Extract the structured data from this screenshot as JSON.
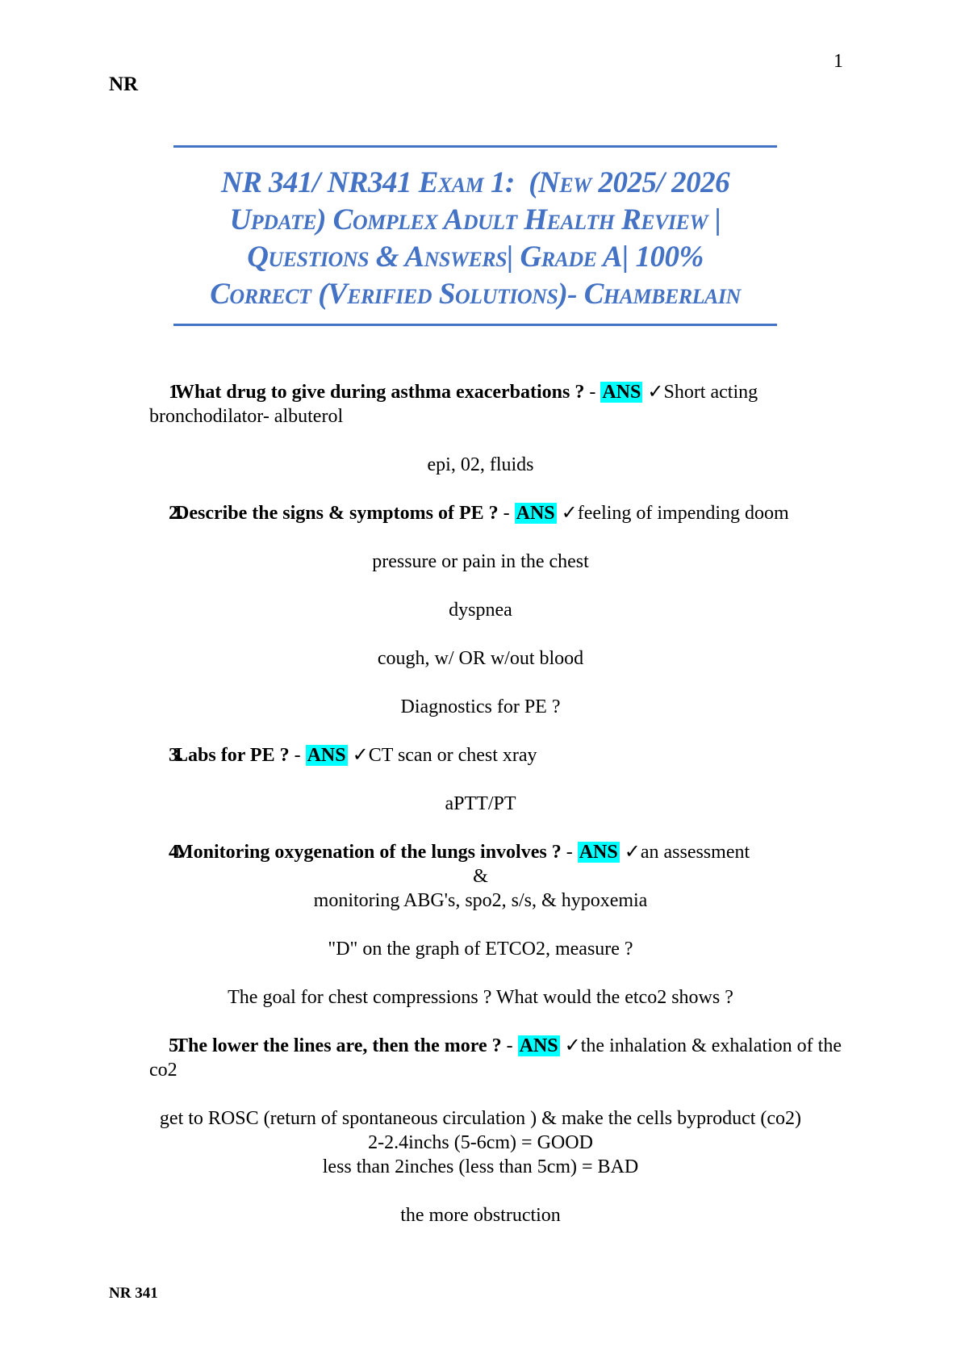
{
  "page": {
    "header_left": "NR",
    "page_number": "1",
    "footer": "NR 341"
  },
  "title": {
    "color": "#4472C4",
    "lines": [
      "NR 341/ NR341 Exam 1:  (New 2025/ 2026",
      "Update) Complex Adult Health Review |",
      "Questions & Answers| Grade A| 100%",
      "Correct (Verified Solutions)- Chamberlain"
    ]
  },
  "content": {
    "ans_label": "ANS",
    "ans_separator": " - ",
    "ans_highlight_color": "#00FFFF",
    "blocks": [
      {
        "type": "question",
        "number": "1.",
        "question": "What drug to give during asthma exacerbations ?",
        "answer": " ✓Short acting",
        "lines": [
          "bronchodilator- albuterol"
        ]
      },
      {
        "type": "center",
        "lines": [
          "epi, 02, fluids"
        ]
      },
      {
        "type": "question",
        "number": "2.",
        "question": "Describe the signs & symptoms of PE ?",
        "answer": " ✓feeling of impending doom",
        "lines": []
      },
      {
        "type": "center",
        "lines": [
          "pressure or pain in the chest"
        ]
      },
      {
        "type": "center",
        "lines": [
          "dyspnea"
        ]
      },
      {
        "type": "center",
        "lines": [
          "cough, w/ OR w/out blood"
        ]
      },
      {
        "type": "center",
        "lines": [
          "Diagnostics for PE ?"
        ]
      },
      {
        "type": "question",
        "number": "3.",
        "question": "Labs for PE ?",
        "answer": " ✓CT scan or chest xray",
        "lines": []
      },
      {
        "type": "center",
        "lines": [
          "aPTT/PT"
        ]
      },
      {
        "type": "question",
        "number": "4.",
        "question": "Monitoring oxygenation of the lungs involves ?",
        "answer": " ✓an assessment",
        "lines": [],
        "center_lines": [
          "&",
          "monitoring ABG's, spo2, s/s, & hypoxemia"
        ]
      },
      {
        "type": "center",
        "lines": [
          "\"D\" on the graph of ETCO2, measure ?"
        ]
      },
      {
        "type": "center",
        "lines": [
          "The goal for chest compressions ? What would the etco2 shows ?"
        ]
      },
      {
        "type": "question",
        "number": "5.",
        "question": "The lower the lines are, then the more ?",
        "answer": " ✓the inhalation & exhalation of the",
        "lines": [
          "co2"
        ]
      },
      {
        "type": "center",
        "lines": [
          "get to ROSC (return of spontaneous circulation ) & make the cells byproduct (co2)",
          "2-2.4inchs (5-6cm) = GOOD",
          "less than 2inches (less than 5cm) = BAD"
        ]
      },
      {
        "type": "center",
        "lines": [
          "the more obstruction"
        ]
      }
    ]
  }
}
